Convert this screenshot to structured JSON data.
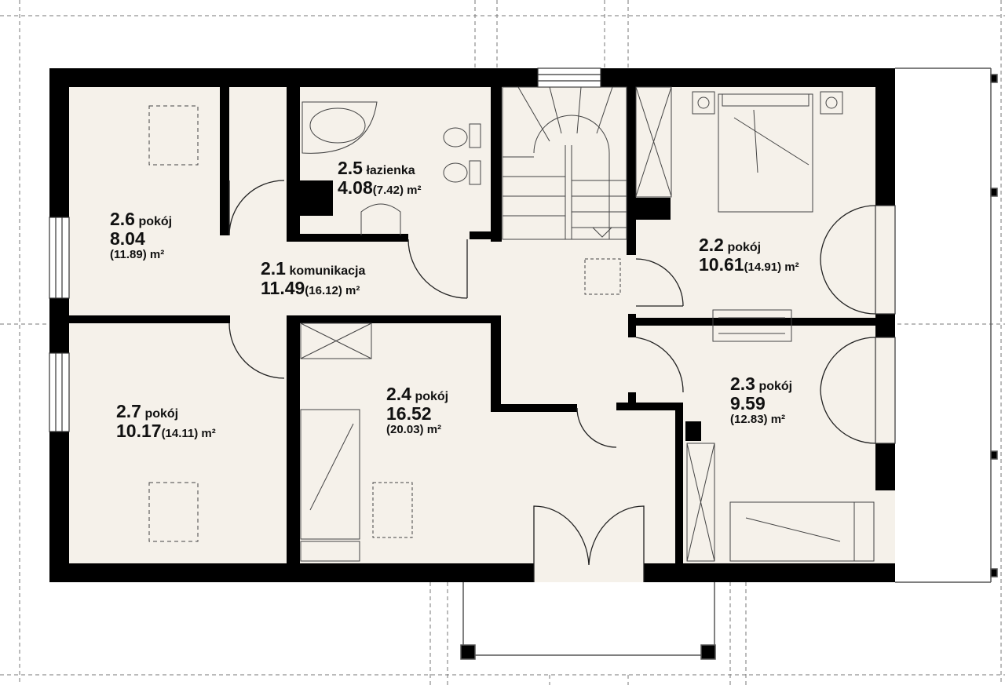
{
  "colors": {
    "floor": "#f5f1ea",
    "wall": "#000000",
    "line": "#555555"
  },
  "rooms": [
    {
      "id": "2.1",
      "name": "komunikacja",
      "area": "11.49",
      "gross": "(16.12) m²",
      "unit": ""
    },
    {
      "id": "2.2",
      "name": "pokój",
      "area": "10.61",
      "gross": "(14.91) m²",
      "unit": ""
    },
    {
      "id": "2.3",
      "name": "pokój",
      "area": "9.59",
      "gross": "(12.83) m²",
      "unit": ""
    },
    {
      "id": "2.4",
      "name": "pokój",
      "area": "16.52",
      "gross": "(20.03) m²",
      "unit": ""
    },
    {
      "id": "2.5",
      "name": "łazienka",
      "area": "4.08",
      "gross": "(7.42) m²",
      "unit": ""
    },
    {
      "id": "2.6",
      "name": "pokój",
      "area": "8.04",
      "gross": "(11.89) m²",
      "unit": ""
    },
    {
      "id": "2.7",
      "name": "pokój",
      "area": "10.17",
      "gross": "(14.11) m²",
      "unit": ""
    }
  ]
}
